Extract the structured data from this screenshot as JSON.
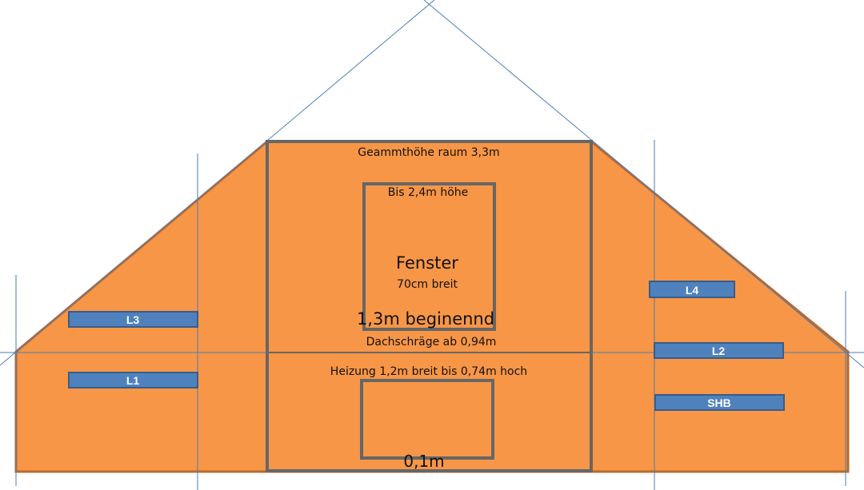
{
  "colors": {
    "wall_fill": "#f79646",
    "wall_stroke": "#b86a2e",
    "frame_stroke": "#666666",
    "guide_line": "#4a7ebb",
    "label_fill": "#4f81bd",
    "label_stroke": "#385d8a",
    "label_text": "#ffffff"
  },
  "texts": {
    "total_height": "Geammthöhe raum 3,3m",
    "window_top": "Bis 2,4m höhe",
    "window_title": "Fenster",
    "window_width": "70cm breit",
    "window_start": "1,3m beginennd",
    "slope_start": "Dachschräge ab 0,94m",
    "heater": "Heizung 1,2m breit bis 0,74m hoch",
    "floor_gap": "0,1m"
  },
  "labels": {
    "l3": "L3",
    "l1": "L1",
    "l4": "L4",
    "l2": "L2",
    "shb": "SHB"
  }
}
